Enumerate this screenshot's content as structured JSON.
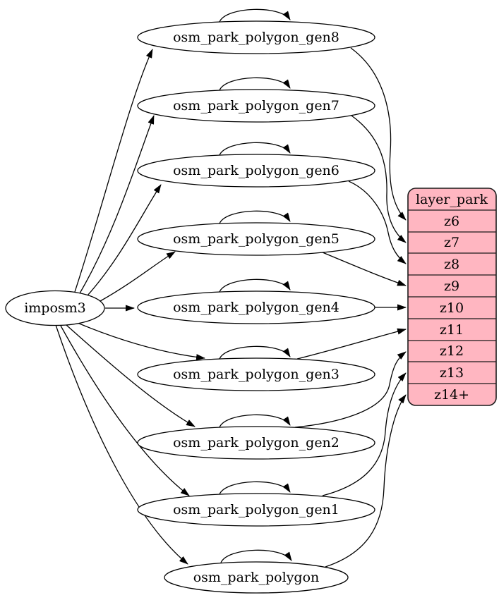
{
  "graph": {
    "source": {
      "label": "imposm3"
    },
    "tables": [
      {
        "label": "osm_park_polygon_gen8"
      },
      {
        "label": "osm_park_polygon_gen7"
      },
      {
        "label": "osm_park_polygon_gen6"
      },
      {
        "label": "osm_park_polygon_gen5"
      },
      {
        "label": "osm_park_polygon_gen4"
      },
      {
        "label": "osm_park_polygon_gen3"
      },
      {
        "label": "osm_park_polygon_gen2"
      },
      {
        "label": "osm_park_polygon_gen1"
      },
      {
        "label": "osm_park_polygon"
      }
    ],
    "layer": {
      "header": "layer_park",
      "rows": [
        "z6",
        "z7",
        "z8",
        "z9",
        "z10",
        "z11",
        "z12",
        "z13",
        "z14+"
      ]
    },
    "edges": {
      "from_source_to": [
        "osm_park_polygon_gen8",
        "osm_park_polygon_gen7",
        "osm_park_polygon_gen6",
        "osm_park_polygon_gen5",
        "osm_park_polygon_gen4",
        "osm_park_polygon_gen3",
        "osm_park_polygon_gen2",
        "osm_park_polygon_gen1",
        "osm_park_polygon"
      ],
      "self_loops_on": [
        "osm_park_polygon_gen8",
        "osm_park_polygon_gen7",
        "osm_park_polygon_gen6",
        "osm_park_polygon_gen5",
        "osm_park_polygon_gen4",
        "osm_park_polygon_gen3",
        "osm_park_polygon_gen2",
        "osm_park_polygon_gen1",
        "osm_park_polygon"
      ],
      "table_to_layer_row": [
        {
          "from": "osm_park_polygon_gen8",
          "row": "z6"
        },
        {
          "from": "osm_park_polygon_gen7",
          "row": "z7"
        },
        {
          "from": "osm_park_polygon_gen6",
          "row": "z8"
        },
        {
          "from": "osm_park_polygon_gen5",
          "row": "z9"
        },
        {
          "from": "osm_park_polygon_gen4",
          "row": "z10"
        },
        {
          "from": "osm_park_polygon_gen3",
          "row": "z11"
        },
        {
          "from": "osm_park_polygon_gen2",
          "row": "z12"
        },
        {
          "from": "osm_park_polygon_gen1",
          "row": "z13"
        },
        {
          "from": "osm_park_polygon",
          "row": "z14+"
        }
      ]
    },
    "colors": {
      "layer_fill": "#ffb6c1",
      "node_fill": "#ffffff",
      "stroke": "#000000",
      "background": "#ffffff"
    }
  }
}
